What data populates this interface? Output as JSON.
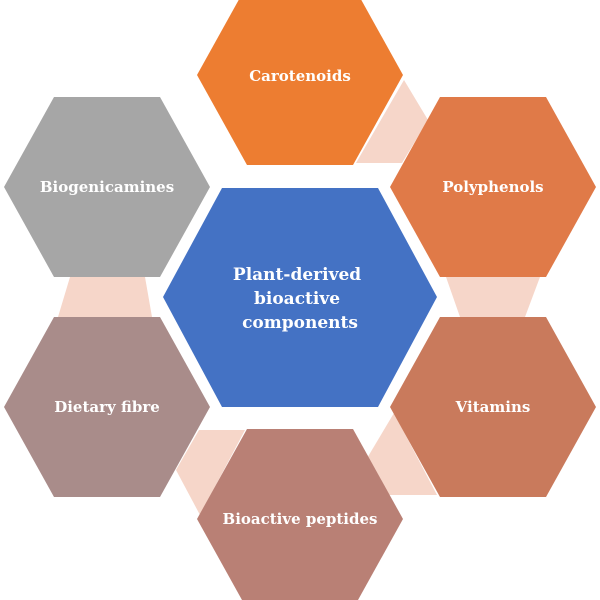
{
  "center": {
    "lines": [
      "Plant-derived",
      "bioactive",
      "components"
    ],
    "color": "#4472c4"
  },
  "nodes": [
    {
      "label": "Carotenoids",
      "color": "#ed7d31"
    },
    {
      "label": "Polyphenols",
      "color": "#e07a48"
    },
    {
      "label": "Vitamins",
      "color": "#c97a5c"
    },
    {
      "label": "Bioactive peptides",
      "color": "#b98075"
    },
    {
      "label": "Dietary fibre",
      "color": "#a98c8a"
    },
    {
      "label": "Biogenicamines",
      "color": "#a6a6a6"
    }
  ],
  "connector_color": "#f6d6c9"
}
